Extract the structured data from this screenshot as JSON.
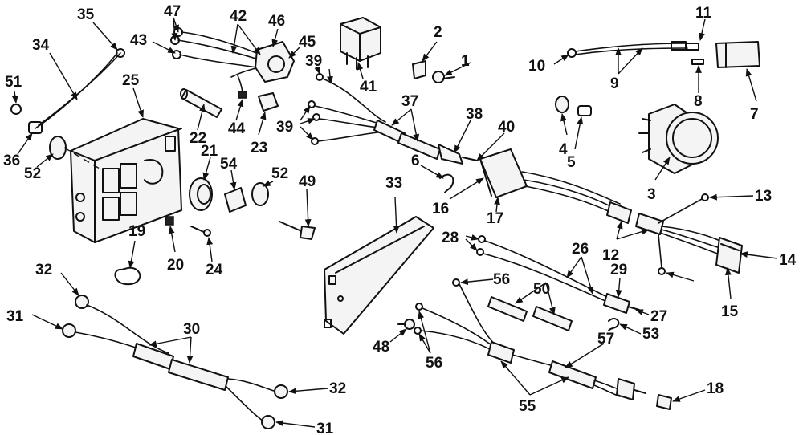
{
  "callouts": [
    "1",
    "2",
    "3",
    "4",
    "5",
    "6",
    "7",
    "8",
    "9",
    "10",
    "11",
    "12",
    "13",
    "14",
    "15",
    "16",
    "17",
    "18",
    "19",
    "20",
    "21",
    "22",
    "23",
    "24",
    "25",
    "26",
    "27",
    "28",
    "29",
    "30",
    "31",
    "32",
    "33",
    "34",
    "35",
    "36",
    "37",
    "38",
    "39",
    "40",
    "41",
    "42",
    "43",
    "44",
    "45",
    "46",
    "47",
    "48",
    "49",
    "50",
    "51",
    "52",
    "53",
    "54",
    "55",
    "56",
    "57"
  ],
  "colors": {
    "ink": "#111111",
    "background": "#ffffff"
  }
}
